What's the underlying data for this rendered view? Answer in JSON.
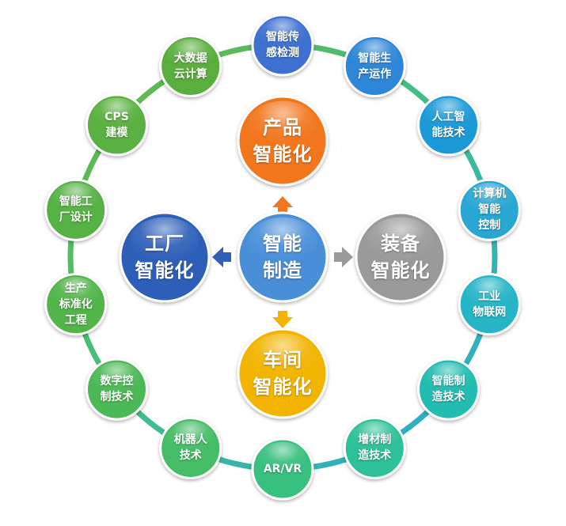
{
  "center": {
    "text": "智能\n制造",
    "color": "#4a8fd8"
  },
  "satellites": {
    "product": {
      "text": "产品\n智能化",
      "color": "#f2761f"
    },
    "factory": {
      "text": "工厂\n智能化",
      "color": "#2f5fb8"
    },
    "equipment": {
      "text": "装备\n智能化",
      "color": "#9a9a9a"
    },
    "workshop": {
      "text": "车间\n智能化",
      "color": "#f2b400"
    }
  },
  "ring": {
    "nodes": [
      {
        "text": "智能传\n感检测",
        "color": "#3d6fd0"
      },
      {
        "text": "智能生\n产运作",
        "color": "#2f86d8"
      },
      {
        "text": "人工智\n能技术",
        "color": "#1f9ad8"
      },
      {
        "text": "计算机\n智能\n控制",
        "color": "#2aa6d2"
      },
      {
        "text": "工业\n物联网",
        "color": "#26b5c6"
      },
      {
        "text": "智能制\n造技术",
        "color": "#23bcb0"
      },
      {
        "text": "增材制\n造技术",
        "color": "#2ec098"
      },
      {
        "text": "AR/VR",
        "color": "#39c07e"
      },
      {
        "text": "机器人\n技术",
        "color": "#44bd66"
      },
      {
        "text": "数字控\n制技术",
        "color": "#4db956"
      },
      {
        "text": "生产\n标准化\n工程",
        "color": "#51b54a"
      },
      {
        "text": "智能工\n厂设计",
        "color": "#57b244"
      },
      {
        "text": "CPS\n建模",
        "color": "#5ab040"
      },
      {
        "text": "大数据\n云计算",
        "color": "#5aae3c"
      }
    ]
  }
}
